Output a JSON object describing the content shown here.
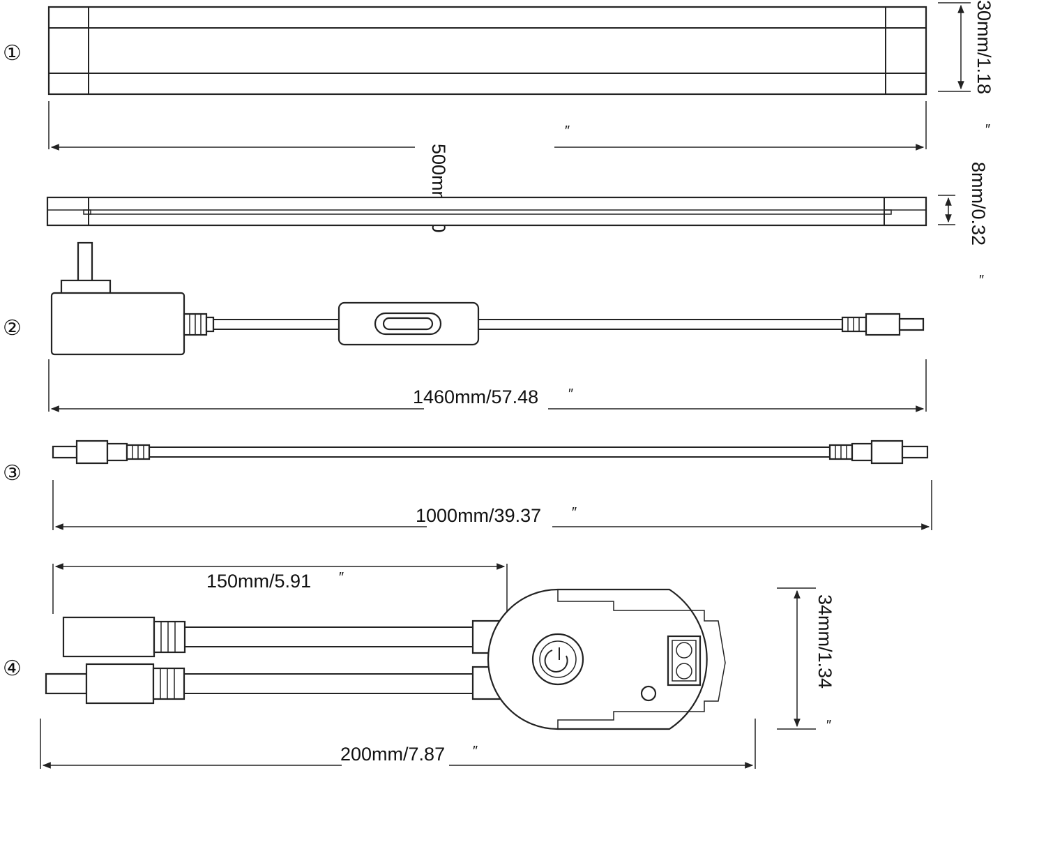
{
  "item_labels": [
    "①",
    "②",
    "③",
    "④"
  ],
  "dimensions": {
    "bar_length": "500mm/20",
    "bar_width": "30mm/1.18",
    "bar_thickness": "8mm/0.32",
    "adapter_cable": "1460mm/57.48",
    "extension_cable": "1000mm/39.37",
    "switch_lead": "150mm/5.91",
    "switch_total": "200mm/7.87",
    "switch_height": "34mm/1.34"
  },
  "inch_mark": "″"
}
